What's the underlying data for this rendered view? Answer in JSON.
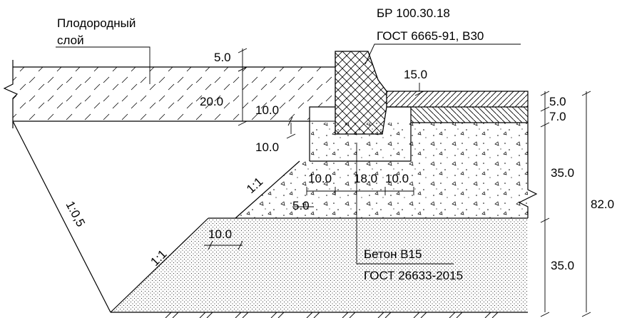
{
  "labels": {
    "fertile_layer_line1": "Плодородный",
    "fertile_layer_line2": "слой",
    "curb_line1": "БР 100.30.18",
    "curb_line2": "ГОСТ 6665-91, В30",
    "concrete_line1": "Бетон В15",
    "concrete_line2": "ГОСТ 26633-2015"
  },
  "dimensions": {
    "soil_top_offset": "5.0",
    "soil_thickness": "20.0",
    "curb_offset": "15.0",
    "layer_top": "5.0",
    "layer_second": "7.0",
    "step_width": "10.0",
    "step_height": "10.0",
    "base_layer": "35.0",
    "sub_layer": "35.0",
    "total_depth": "82.0",
    "bottom_left": "10.0",
    "bottom_mid": "18.0",
    "bottom_right": "10.0",
    "lower_offset": "5.0",
    "sand_offset": "10.0"
  },
  "slopes": {
    "left_slope": "1:0,5",
    "upper_slope": "1:1",
    "lower_slope": "1:1"
  },
  "colors": {
    "ink": "#000000",
    "background": "#ffffff"
  }
}
